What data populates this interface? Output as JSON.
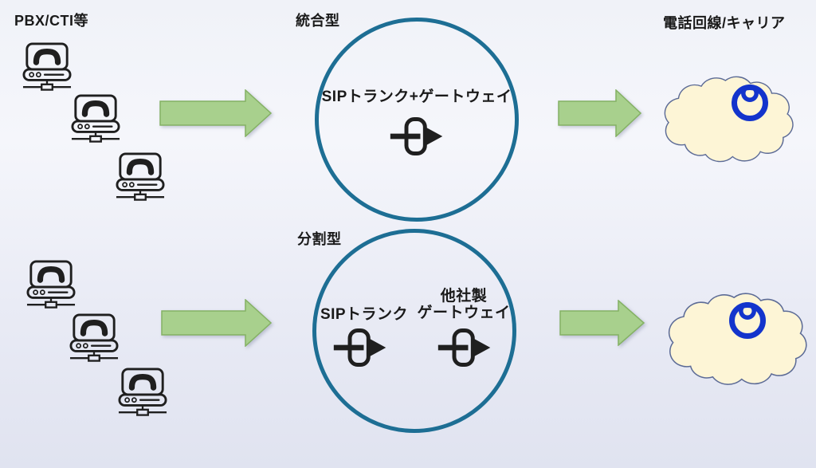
{
  "diagram": {
    "source_label": "PBX/CTI等",
    "carrier_label": "電話回線/キャリア",
    "integrated": {
      "type_label": "統合型",
      "content_label": "SIPトランク+ゲートウェイ"
    },
    "split": {
      "type_label": "分割型",
      "sip_trunk_label": "SIPトランク",
      "other_gateway_label_line1": "他社製",
      "other_gateway_label_line2": "ゲートウェイ"
    },
    "icons": {
      "source_device": "phone-terminal-icon",
      "gateway": "gateway-icon",
      "carrier": "cloud-shape",
      "carrier_logo": "ntt-logo-icon",
      "flow": "block-arrow-right-icon"
    },
    "colors": {
      "circle_stroke": "#1d6e94",
      "arrow_fill": "#a8d08d",
      "arrow_border": "#84b164",
      "cloud_fill": "#fdf5d6",
      "cloud_border": "#5c6b96",
      "logo_blue": "#1334cc",
      "icon_black": "#1f1f1f"
    }
  }
}
